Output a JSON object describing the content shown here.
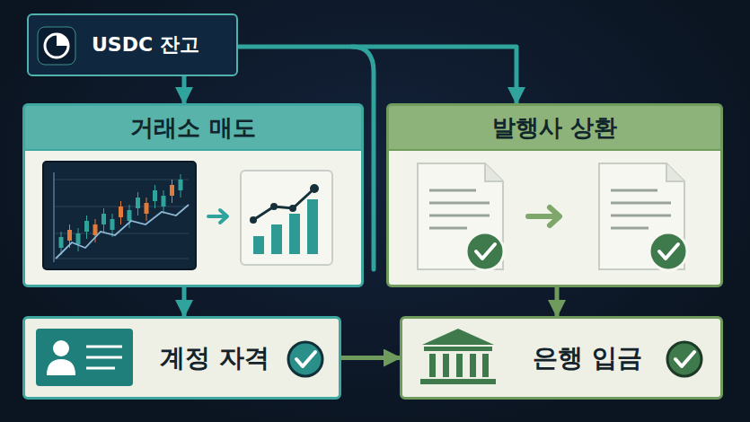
{
  "diagram": {
    "nodes": [
      {
        "text": [
          "USDC 잔고"
        ]
      },
      {
        "text": [
          "거래소 매도"
        ]
      },
      {
        "text": [
          "발행사 상환"
        ]
      },
      {
        "text": [
          "계정 자격"
        ]
      },
      {
        "text": [
          "은행 입금"
        ]
      }
    ],
    "edges": [
      {
        "from": 0,
        "to": 1,
        "arrow": "to"
      },
      {
        "from": 0,
        "to": 2,
        "arrow": "to"
      },
      {
        "from": 1,
        "to": 3,
        "arrow": "to"
      },
      {
        "from": 2,
        "to": 4,
        "arrow": "to"
      },
      {
        "from": 3,
        "to": 4,
        "arrow": "to"
      }
    ]
  }
}
